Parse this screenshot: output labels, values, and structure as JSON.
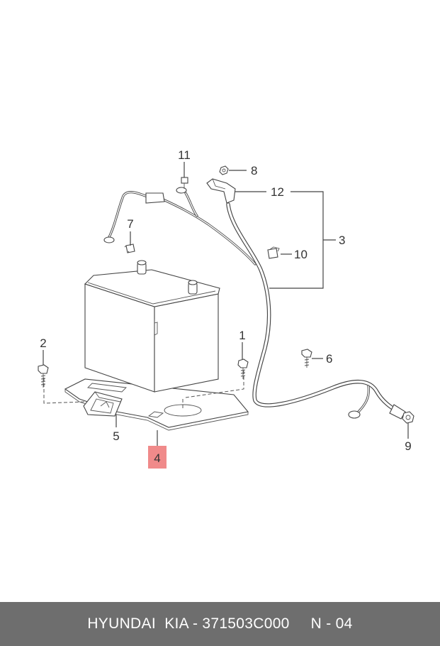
{
  "callouts": {
    "c1": "1",
    "c2": "2",
    "c3": "3",
    "c4": "4",
    "c5": "5",
    "c6": "6",
    "c7": "7",
    "c8": "8",
    "c9": "9",
    "c10": "10",
    "c11": "11",
    "c12": "12"
  },
  "highlight_color": "#f08a8a",
  "footer": {
    "part_label": "HYUNDAI  KIA - 371503C000",
    "page_label": "N - 04"
  }
}
